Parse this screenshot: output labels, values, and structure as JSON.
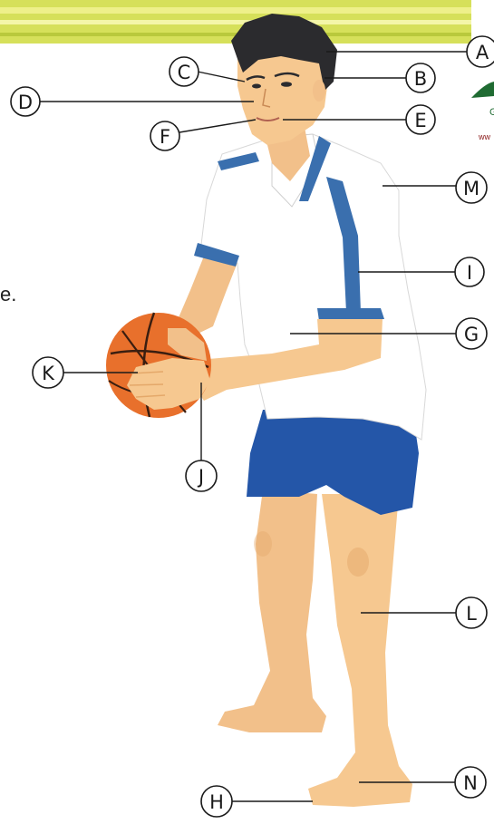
{
  "labels": {
    "A": "A",
    "B": "B",
    "C": "C",
    "D": "D",
    "E": "E",
    "F": "F",
    "G": "G",
    "H": "H",
    "I": "I",
    "J": "J",
    "K": "K",
    "L": "L",
    "M": "M",
    "N": "N"
  },
  "text_fragments": {
    "left_edge_text": "e.",
    "logo_letter": "G",
    "site_text": "ww"
  },
  "colors": {
    "banner_green": "#c9d84a",
    "banner_yellow": "#eef08a",
    "skin": "#f6c890",
    "skin_shadow": "#e4a86a",
    "hair": "#2b2b2e",
    "shirt": "#ffffff",
    "shirt_trim": "#3a6fae",
    "shorts": "#2456a8",
    "ball": "#e8702c",
    "ball_seams": "#3a1e10",
    "logo_green": "#1f6b32"
  }
}
